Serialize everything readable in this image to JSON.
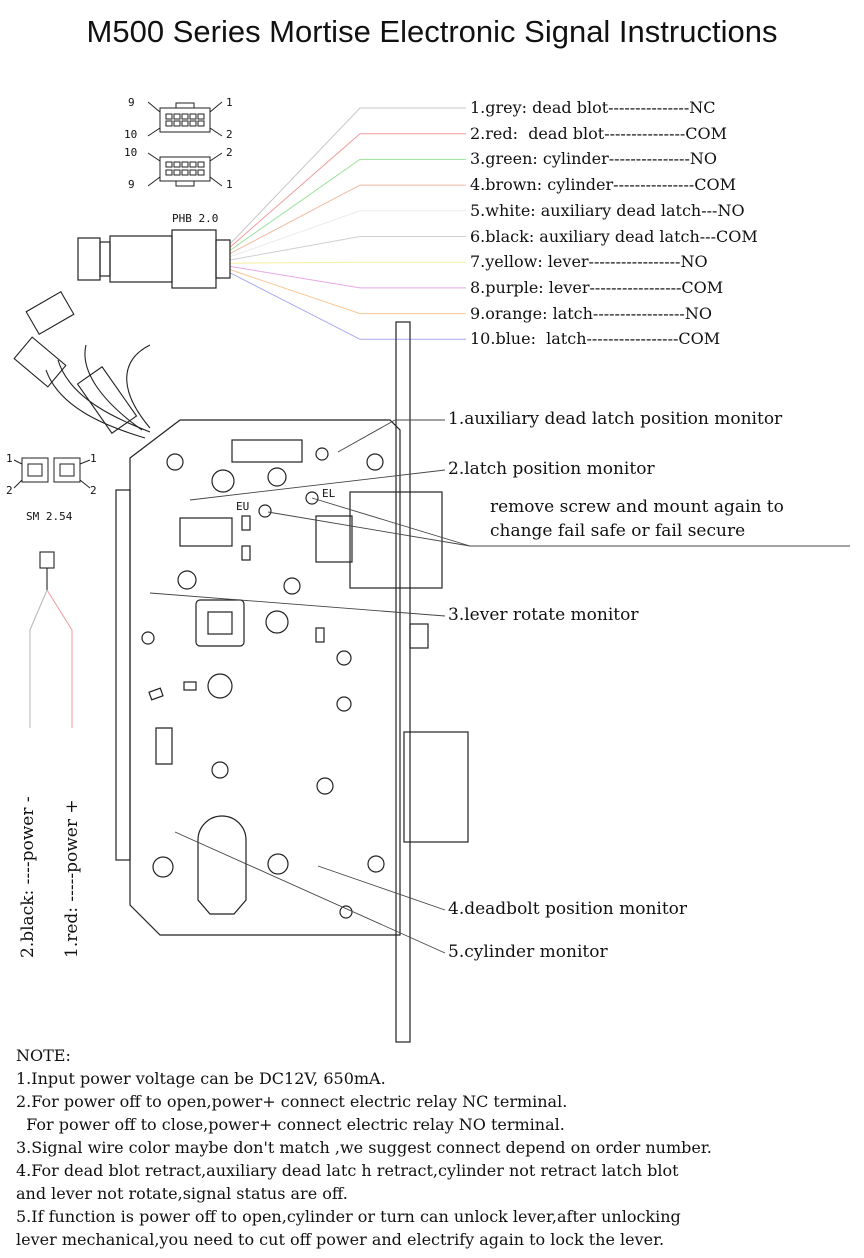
{
  "title": "M500 Series Mortise Electronic Signal Instructions",
  "connector_labels": {
    "phb": "PHB 2.0",
    "sm": "SM 2.54",
    "pin_9a": "9",
    "pin_1a": "1",
    "pin_10a": "10",
    "pin_2a": "2",
    "pin_10b": "10",
    "pin_2b": "2",
    "pin_9b": "9",
    "pin_1b": "1",
    "sm_1_left": "1",
    "sm_2_left": "2",
    "sm_1_right": "1",
    "sm_2_right": "2",
    "eu": "EU",
    "el": "EL"
  },
  "wires": [
    {
      "text": "1.grey: dead blot---------------NC",
      "color": "#c8c8c8"
    },
    {
      "text": "2.red:  dead blot---------------COM",
      "color": "#f29a9a"
    },
    {
      "text": "3.green: cylinder---------------NO",
      "color": "#9be39b"
    },
    {
      "text": "4.brown: cylinder---------------COM",
      "color": "#f0b8a0"
    },
    {
      "text": "5.white: auxiliary dead latch---NO",
      "color": "#ececec"
    },
    {
      "text": "6.black: auxiliary dead latch---COM",
      "color": "#cfcfcf"
    },
    {
      "text": "7.yellow: lever-----------------NO",
      "color": "#f5ef9a"
    },
    {
      "text": "8.purple: lever-----------------COM",
      "color": "#e8a8e8"
    },
    {
      "text": "9.orange: latch-----------------NO",
      "color": "#f8c898"
    },
    {
      "text": "10.blue:  latch-----------------COM",
      "color": "#a8a8f0"
    }
  ],
  "monitors": {
    "m1": "1.auxiliary dead latch position monitor",
    "m2": "2.latch position monitor",
    "note_a": "remove screw and mount again to",
    "note_b": "change fail safe or fail secure",
    "m3": "3.lever rotate monitor",
    "m4": "4.deadbolt position monitor",
    "m5": "5.cylinder monitor"
  },
  "power": {
    "black": "2.black: ----power -",
    "red": "1.red: -----power +"
  },
  "notes": [
    "NOTE:",
    "1.Input power voltage can be DC12V, 650mA.",
    "2.For power off to open,power+ connect electric relay NC terminal.",
    "  For power off to close,power+ connect electric relay NO terminal.",
    "3.Signal wire color maybe don't match ,we suggest connect depend on order number.",
    "4.For dead blot retract,auxiliary dead latc h retract,cylinder not retract latch blot",
    "and lever not rotate,signal status are off.",
    "5.If function is power off to open,cylinder or turn can unlock lever,after unlocking",
    "lever mechanical,you need to cut off power and electrify again to lock the lever."
  ]
}
